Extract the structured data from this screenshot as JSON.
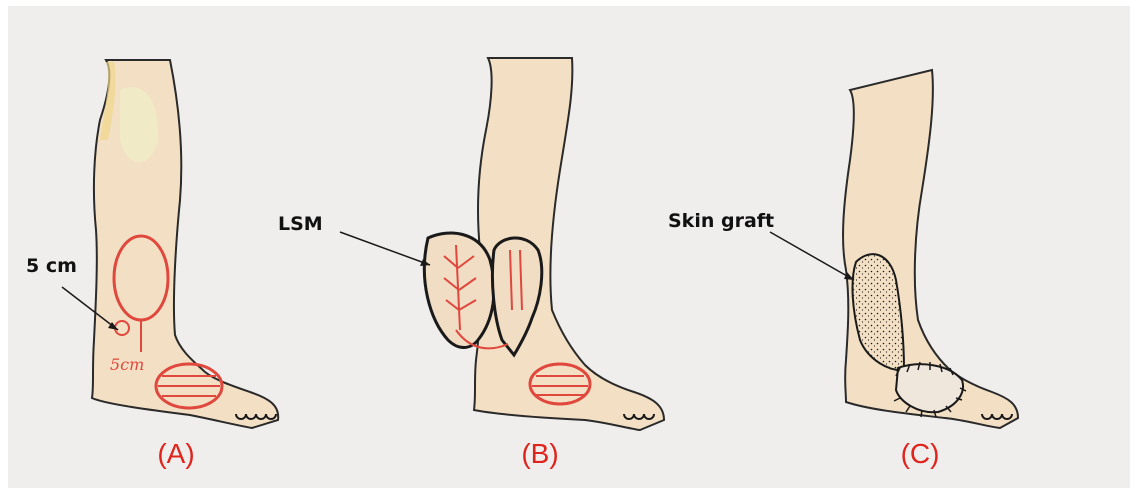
{
  "panels": [
    {
      "label": "(A)",
      "callout": "5 cm"
    },
    {
      "label": "(B)",
      "callout": "LSM"
    },
    {
      "label": "(C)",
      "callout": "Skin graft"
    }
  ],
  "handwriting": {
    "a_ankle_note": "5cm"
  },
  "colors": {
    "paper": "#efeeec",
    "skin": "#f2dcc7",
    "skin_edge": "#e8b06a",
    "incision": "#e0473d",
    "label_red": "#e0241c",
    "ink": "#1a1a1a"
  }
}
